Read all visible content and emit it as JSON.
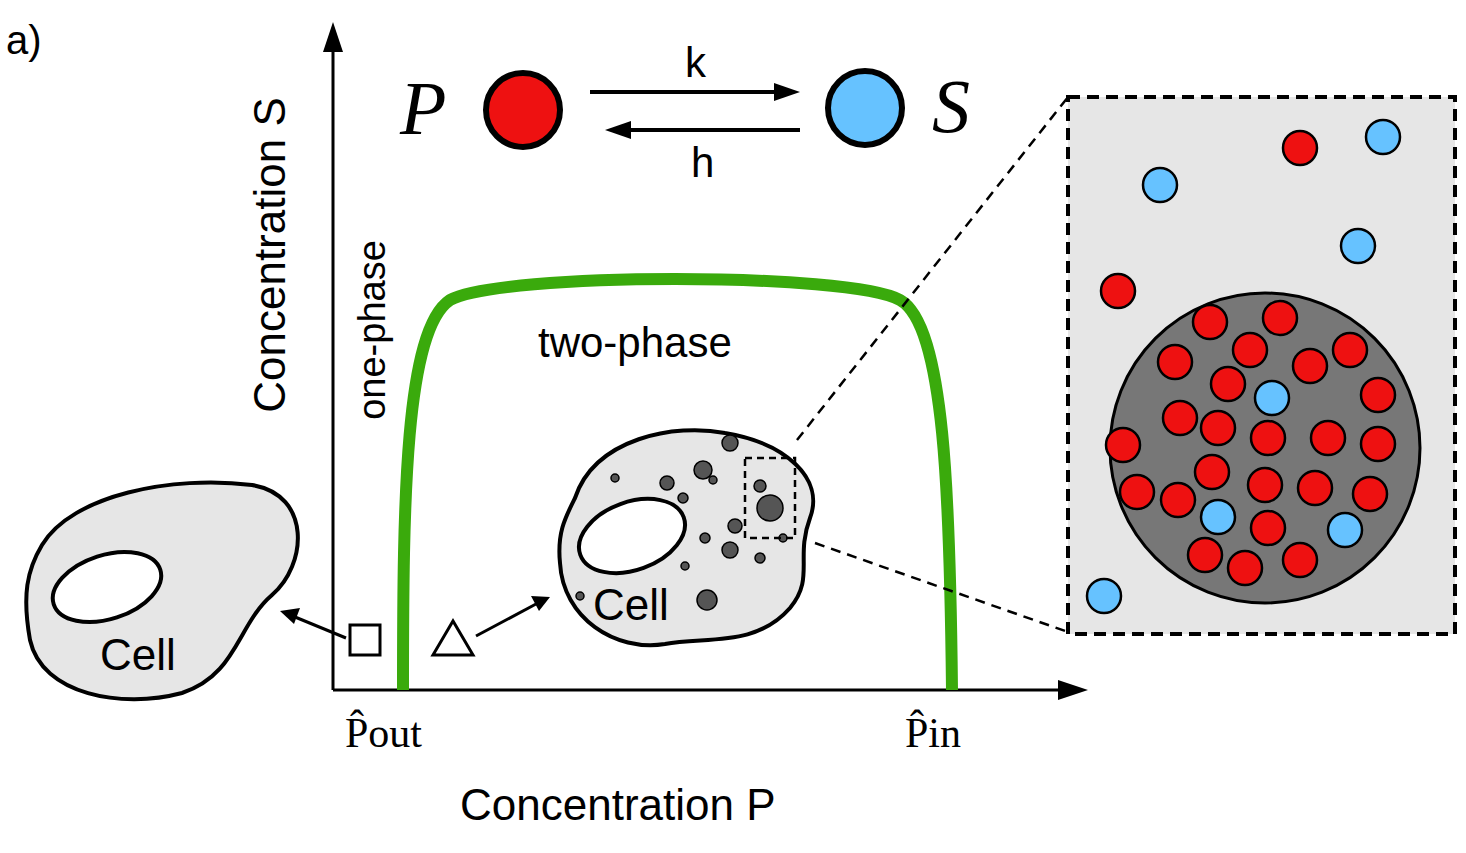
{
  "diagram": {
    "nodes": [
      {
        "text": [
          "P"
        ]
      },
      {
        "text": [
          "S"
        ]
      },
      {
        "text": [
          "Cell"
        ]
      },
      {
        "text": [
          "Cell"
        ]
      }
    ],
    "edges": [
      {
        "from": 0,
        "to": 1,
        "label": "k",
        "arrow": "to"
      },
      {
        "from": 1,
        "to": 0,
        "label": "h",
        "arrow": "to"
      }
    ],
    "labels": [
      "a)",
      "Concentration S",
      "one-phase",
      "two-phase",
      "P̂out",
      "P̂in",
      "Concentration P"
    ]
  }
}
